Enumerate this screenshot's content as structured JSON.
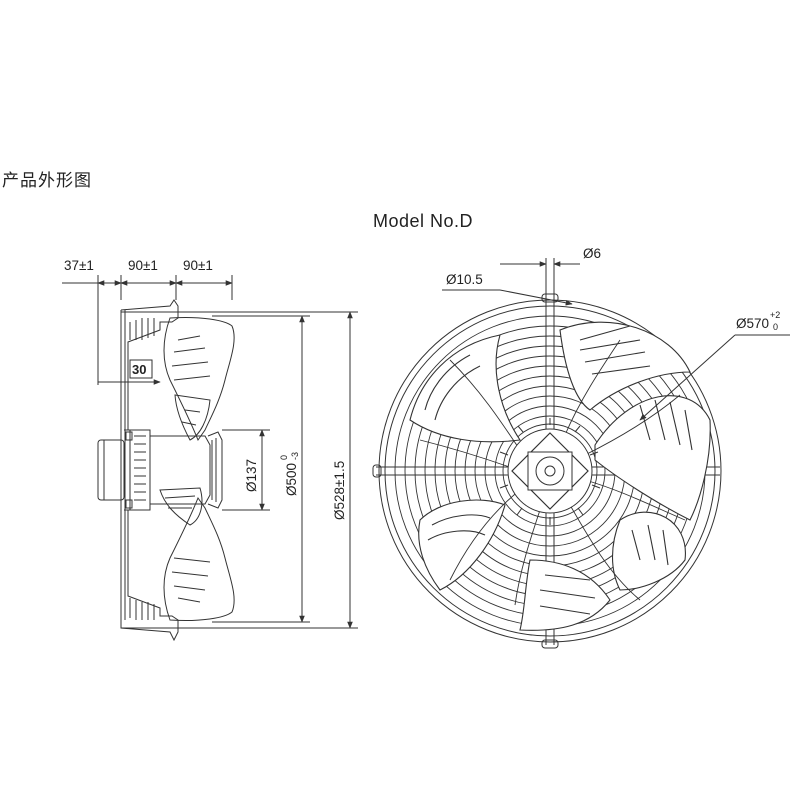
{
  "header": {
    "section_title": "产品外形图",
    "model_title": "Model No.D"
  },
  "side_view": {
    "dim_top": [
      "37±1",
      "90±1",
      "90±1"
    ],
    "dim_blade_offset": "30",
    "dim_hub_dia": "Ø137",
    "dim_blade_dia": "Ø500",
    "dim_blade_dia_tol_upper": "0",
    "dim_blade_dia_tol_lower": "-3",
    "dim_outer_dia": "Ø528±1.5"
  },
  "front_view": {
    "dim_hole": "Ø10.5",
    "dim_wire": "Ø6",
    "dim_mount": "Ø570",
    "dim_mount_tol_upper": "+2",
    "dim_mount_tol_lower": "0"
  },
  "colors": {
    "line": "#333333",
    "text": "#222222",
    "background": "#ffffff"
  }
}
